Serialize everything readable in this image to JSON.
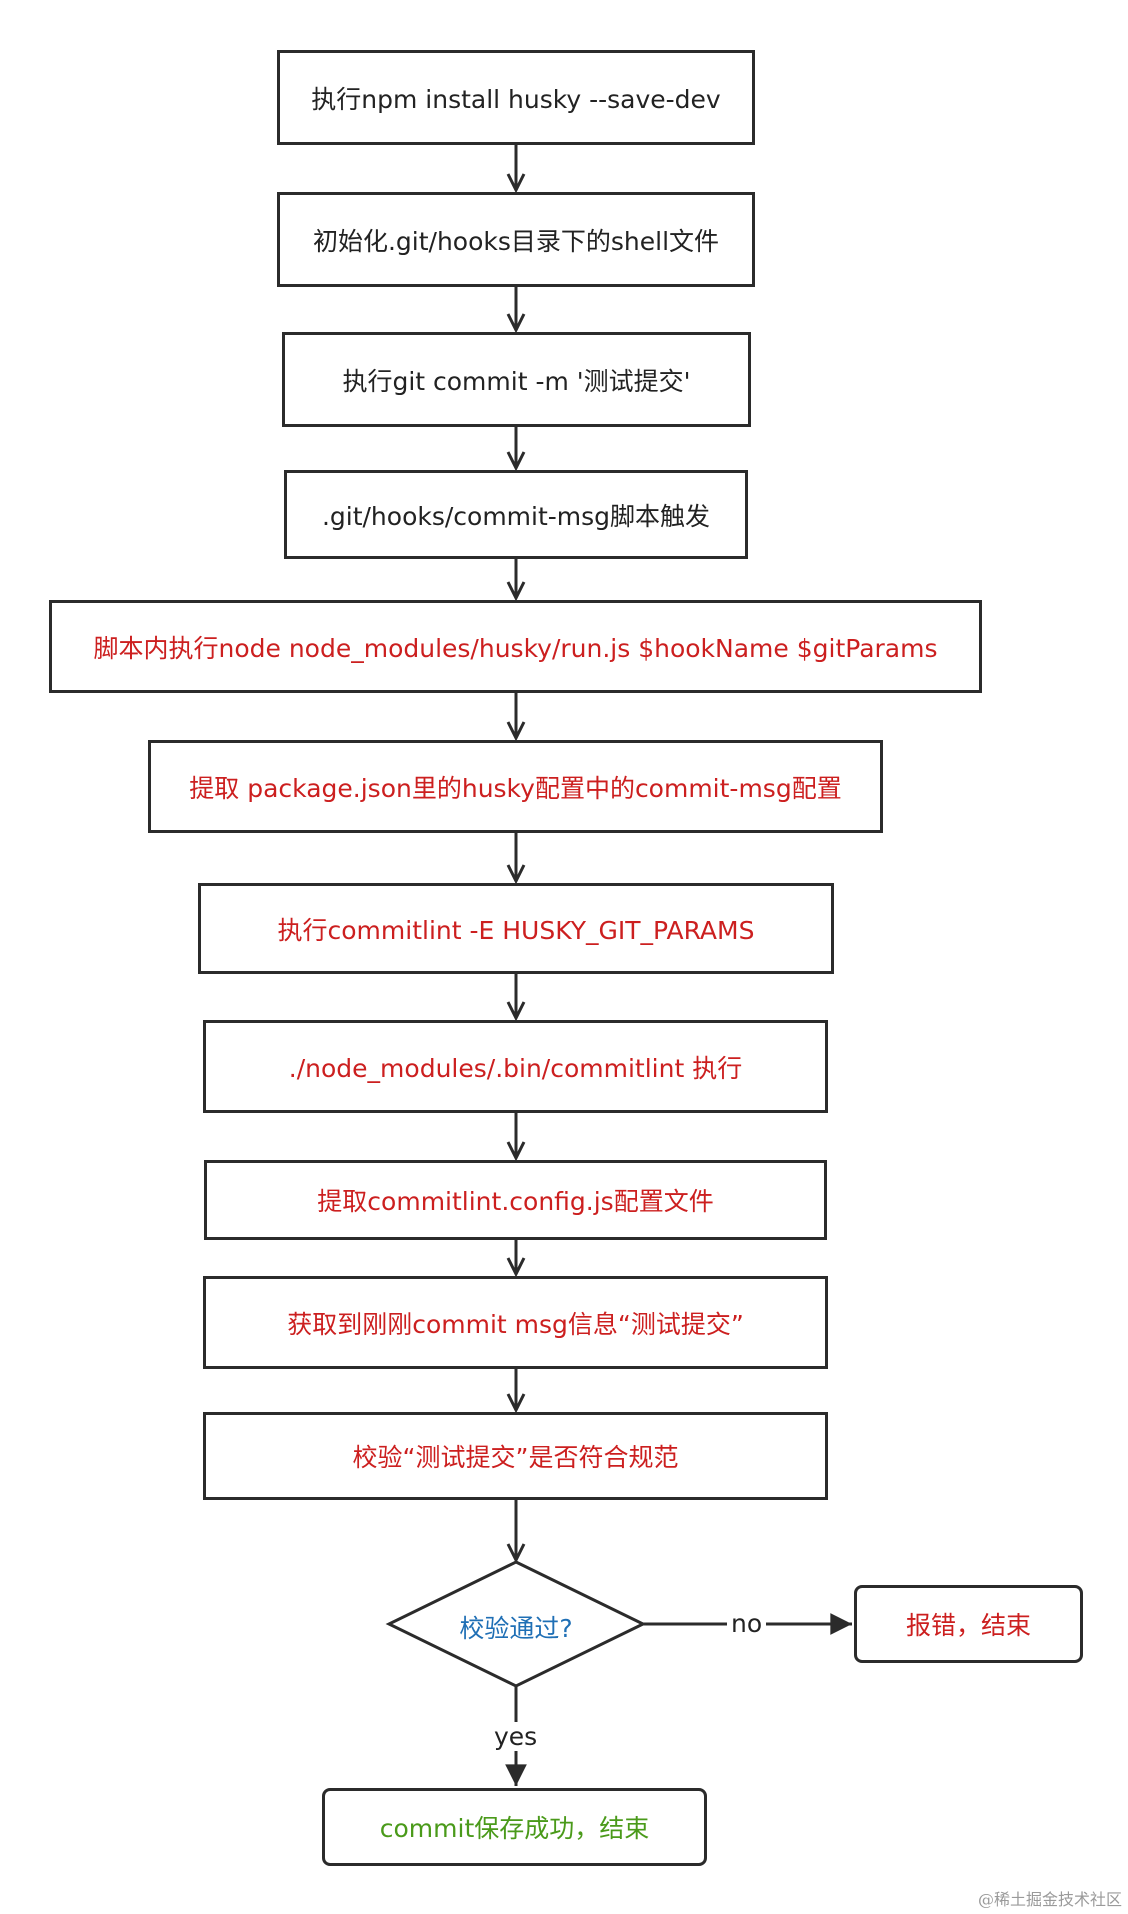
{
  "steps": [
    {
      "id": "s1",
      "text": "执行npm install husky --save-dev"
    },
    {
      "id": "s2",
      "text": "初始化.git/hooks目录下的shell文件"
    },
    {
      "id": "s3",
      "text": "执行git commit -m '测试提交'"
    },
    {
      "id": "s4",
      "text": ".git/hooks/commit-msg脚本触发"
    },
    {
      "id": "s5",
      "text": "脚本内执行node node_modules/husky/run.js $hookName $gitParams"
    },
    {
      "id": "s6",
      "text": "提取 package.json里的husky配置中的commit-msg配置"
    },
    {
      "id": "s7",
      "text": "执行commitlint -E HUSKY_GIT_PARAMS"
    },
    {
      "id": "s8",
      "text": "./node_modules/.bin/commitlint 执行"
    },
    {
      "id": "s9",
      "text": "提取commitlint.config.js配置文件"
    },
    {
      "id": "s10",
      "text": "获取到刚刚commit msg信息“测试提交”"
    },
    {
      "id": "s11",
      "text": "校验“测试提交”是否符合规范"
    }
  ],
  "decision": {
    "text": "校验通过?"
  },
  "branch_no": {
    "label": "no",
    "result": "报错，结束"
  },
  "branch_yes": {
    "label": "yes",
    "result": "commit保存成功，结束"
  },
  "colors": {
    "line": "#2b2b2b",
    "text_default": "#222222",
    "text_red": "#cc1f1f",
    "text_blue": "#1f6fb5",
    "text_green": "#4a9a1a"
  },
  "watermark": "@稀土掘金技术社区"
}
